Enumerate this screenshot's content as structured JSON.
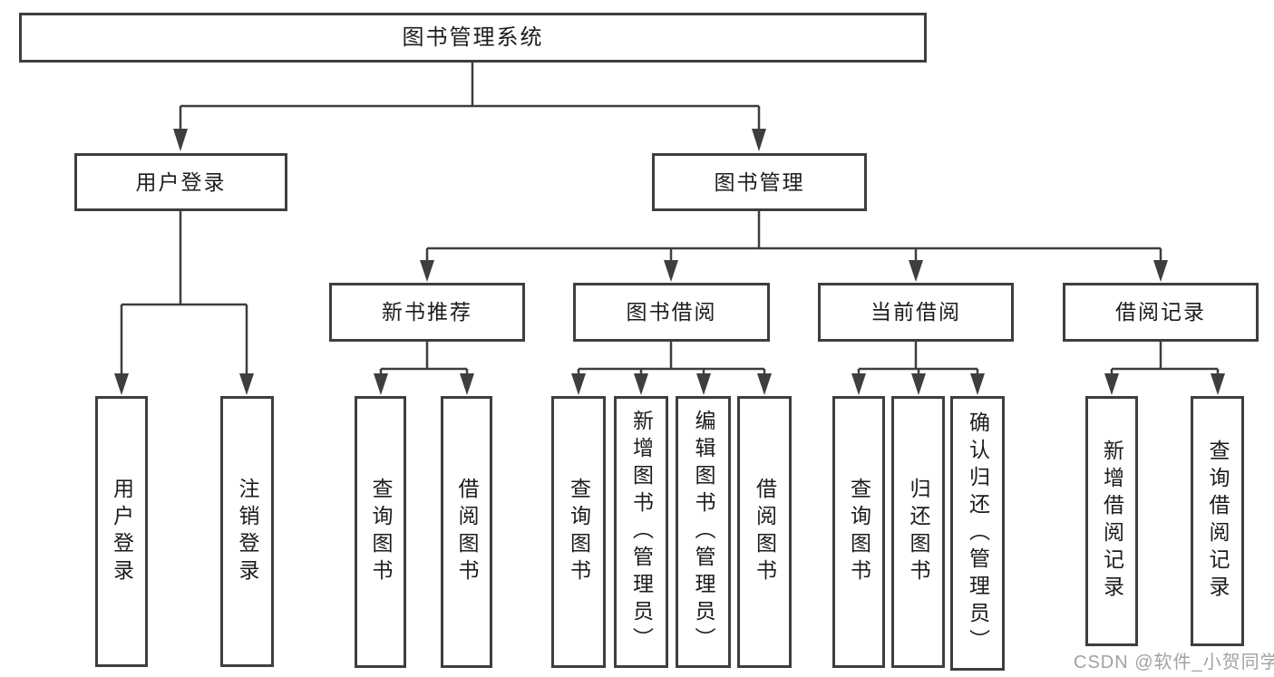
{
  "diagram": {
    "title": "图书管理系统",
    "watermark": "CSDN @软件_小贺同学",
    "colors": {
      "line": "#3e3e3e",
      "box_background": "#ffffff",
      "text": "#1c1c1c",
      "watermark_text": "#a2a2a2"
    },
    "nodes": {
      "root": {
        "label": "图书管理系统"
      },
      "user_login": {
        "label": "用户登录"
      },
      "book_mgmt": {
        "label": "图书管理"
      },
      "new_book_rec": {
        "label": "新书推荐"
      },
      "book_borrow": {
        "label": "图书借阅"
      },
      "current_borrow": {
        "label": "当前借阅"
      },
      "borrow_records": {
        "label": "借阅记录"
      },
      "leaf_user_login": {
        "label": "用户登录"
      },
      "leaf_logout": {
        "label": "注销登录"
      },
      "rec_query_book": {
        "label": "查询图书"
      },
      "rec_borrow_book": {
        "label": "借阅图书"
      },
      "bor_query_book": {
        "label": "查询图书"
      },
      "bor_add_book": {
        "label": "新增图书（管理员）"
      },
      "bor_edit_book": {
        "label": "编辑图书（管理员）"
      },
      "bor_borrow_book": {
        "label": "借阅图书"
      },
      "cur_query_book": {
        "label": "查询图书"
      },
      "cur_return_book": {
        "label": "归还图书"
      },
      "cur_confirm_return": {
        "label": "确认归还（管理员）"
      },
      "rec2_add_record": {
        "label": "新增借阅记录"
      },
      "rec2_query_record": {
        "label": "查询借阅记录"
      }
    },
    "edges": [
      {
        "from": "root",
        "to": "user_login"
      },
      {
        "from": "root",
        "to": "book_mgmt"
      },
      {
        "from": "user_login",
        "to": "leaf_user_login"
      },
      {
        "from": "user_login",
        "to": "leaf_logout"
      },
      {
        "from": "book_mgmt",
        "to": "new_book_rec"
      },
      {
        "from": "book_mgmt",
        "to": "book_borrow"
      },
      {
        "from": "book_mgmt",
        "to": "current_borrow"
      },
      {
        "from": "book_mgmt",
        "to": "borrow_records"
      },
      {
        "from": "new_book_rec",
        "to": "rec_query_book"
      },
      {
        "from": "new_book_rec",
        "to": "rec_borrow_book"
      },
      {
        "from": "book_borrow",
        "to": "bor_query_book"
      },
      {
        "from": "book_borrow",
        "to": "bor_add_book"
      },
      {
        "from": "book_borrow",
        "to": "bor_edit_book"
      },
      {
        "from": "book_borrow",
        "to": "bor_borrow_book"
      },
      {
        "from": "current_borrow",
        "to": "cur_query_book"
      },
      {
        "from": "current_borrow",
        "to": "cur_return_book"
      },
      {
        "from": "current_borrow",
        "to": "cur_confirm_return"
      },
      {
        "from": "borrow_records",
        "to": "rec2_add_record"
      },
      {
        "from": "borrow_records",
        "to": "rec2_query_record"
      }
    ]
  }
}
